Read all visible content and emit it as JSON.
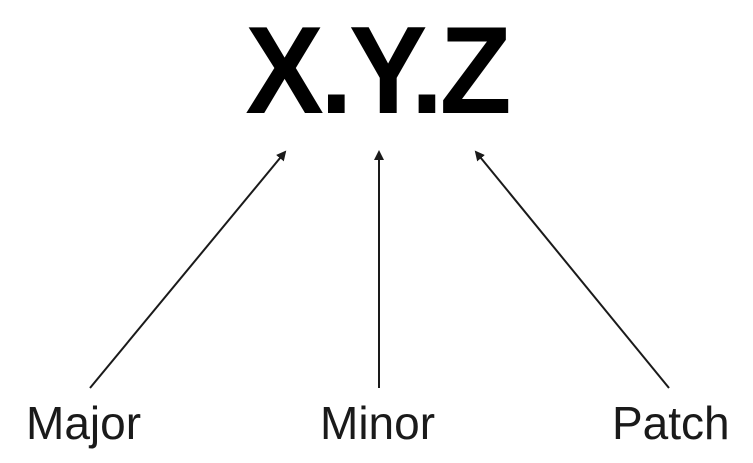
{
  "title": "X.Y.Z",
  "labels": {
    "major": "Major",
    "minor": "Minor",
    "patch": "Patch"
  },
  "colors": {
    "text": "#000000",
    "arrow": "#1a1a1a",
    "background": "#ffffff"
  }
}
